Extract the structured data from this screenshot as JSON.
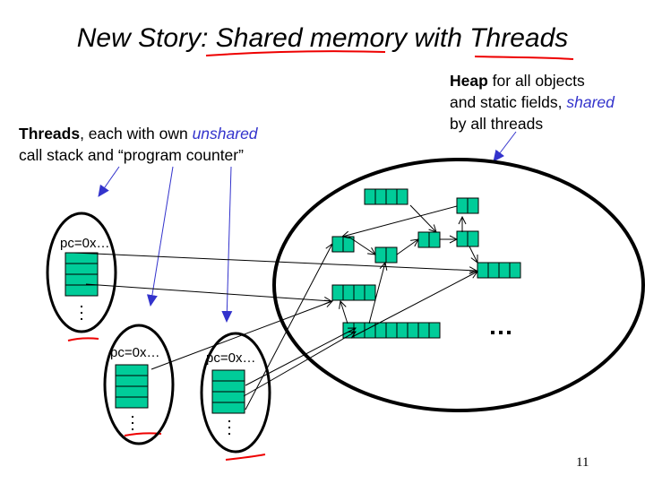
{
  "slide": {
    "title_parts": [
      "New Story: ",
      "Shared memory",
      " with ",
      "Threads"
    ],
    "heap_caption": {
      "bold": "Heap",
      "line1_rest": " for all objects",
      "line2_pre": "and static fields, ",
      "line2_emph": "shared",
      "line3": "by all threads"
    },
    "threads_caption": {
      "bold": "Threads",
      "line1_rest": ", each with own ",
      "line1_emph": "unshared",
      "line2": "call stack and “program counter”"
    },
    "threads": [
      {
        "pc_label": "pc=0x…",
        "frames": 4
      },
      {
        "pc_label": "pc=0x…",
        "frames": 4
      },
      {
        "pc_label": "pc=0x…",
        "frames": 4
      }
    ],
    "heap_more": "…",
    "page_number": "11",
    "colors": {
      "object_fill": "#00cc99",
      "emphasis_blue": "#3333cc",
      "annotation_red": "#ee0000",
      "arrow_blue": "#3333cc"
    }
  }
}
